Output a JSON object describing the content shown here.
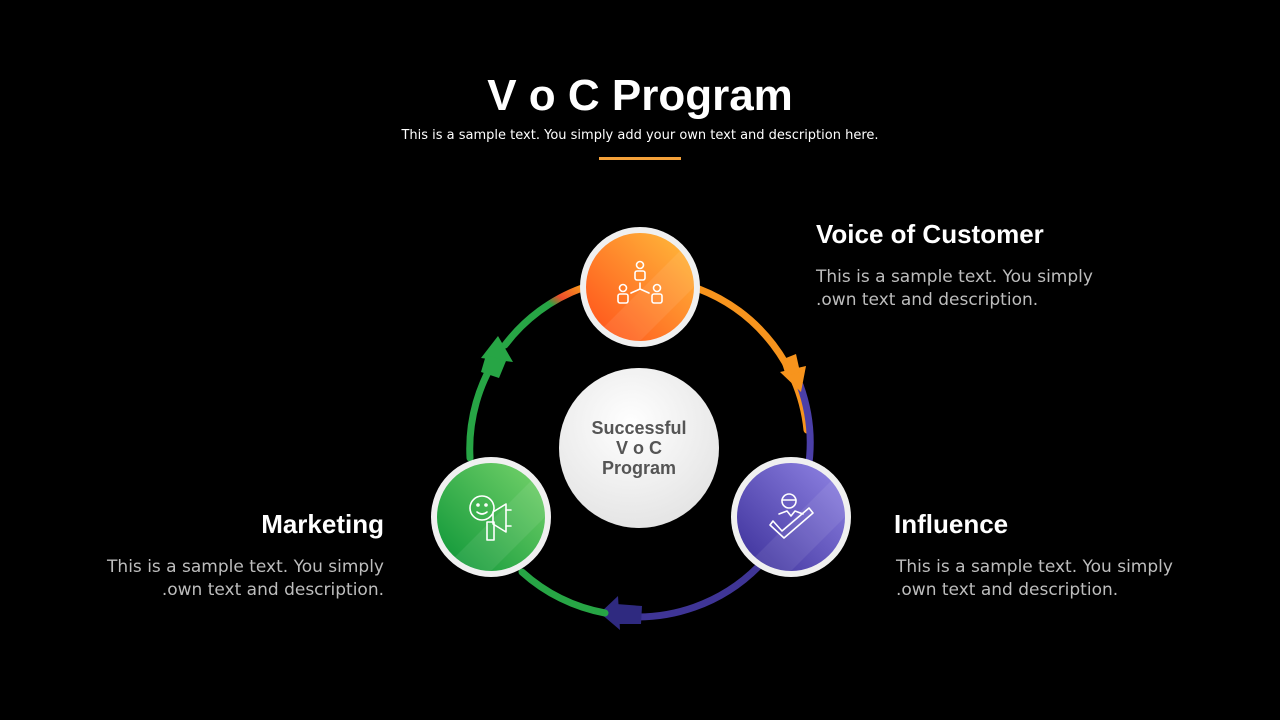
{
  "slide": {
    "title": "V o C Program",
    "subtitle": "This is a sample text. You simply add your own text and description here.",
    "accent_color": "#f4a13a"
  },
  "center": {
    "line1": "Successful",
    "line2": "V o C",
    "line3": "Program"
  },
  "nodes": [
    {
      "id": "voice-of-customer",
      "heading": "Voice of Customer",
      "desc_line1": "This is a sample text. You simply",
      "desc_line2": ".own text and description.",
      "icon": "people-network-icon",
      "color_from": "#ff5a1f",
      "color_to": "#ffb43a"
    },
    {
      "id": "influence",
      "heading": "Influence",
      "desc_line1": "This is a sample text. You simply",
      "desc_line2": ".own text and description.",
      "icon": "person-check-icon",
      "color_from": "#3b2f9a",
      "color_to": "#8b7fe0"
    },
    {
      "id": "marketing",
      "heading": "Marketing",
      "desc_line1": "This is a sample text. You simply",
      "desc_line2": ".own text and description.",
      "icon": "megaphone-face-icon",
      "color_from": "#0e9a3a",
      "color_to": "#6fd06a"
    }
  ],
  "ring_colors": {
    "orange": "#f7941d",
    "purple": "#4b3fa8",
    "green": "#27a545"
  }
}
